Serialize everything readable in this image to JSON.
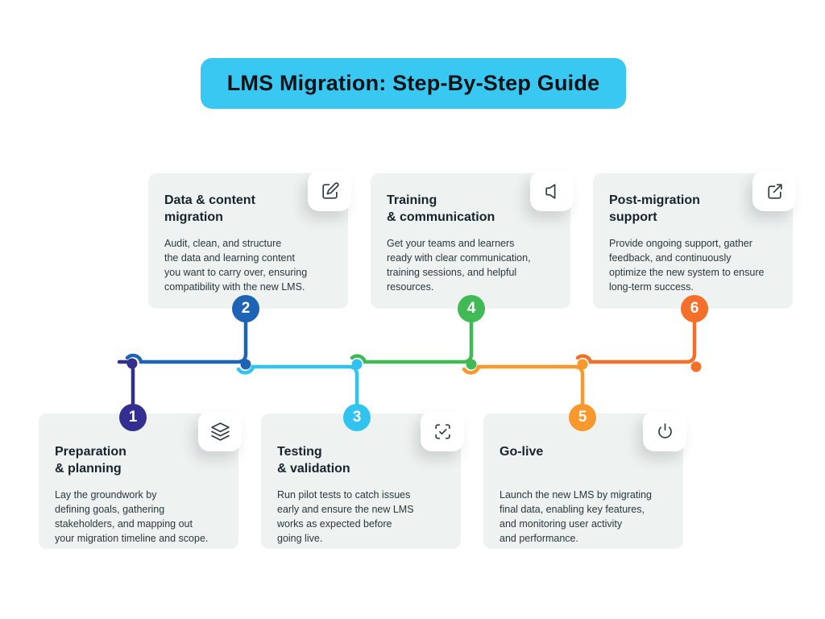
{
  "title": "LMS Migration: Step-By-Step Guide",
  "colors": {
    "banner": "#38c8f1",
    "card_background": "#eef2f0",
    "heading_text": "#17242b",
    "body_text": "#2b373d",
    "step1": "#322f90",
    "step2": "#1d64b4",
    "step3": "#31c3f0",
    "step4": "#41b955",
    "step5": "#f9992d",
    "step6": "#f4702a"
  },
  "steps": [
    {
      "number": "1",
      "title": "Preparation\n& planning",
      "description": "Lay the groundwork by\ndefining goals, gathering\nstakeholders, and mapping out\nyour migration timeline and scope.",
      "icon": "layers-icon",
      "color": "#322f90",
      "position": "bottom"
    },
    {
      "number": "2",
      "title": "Data & content\nmigration",
      "description": "Audit, clean, and structure\nthe data and learning content\nyou want to carry over, ensuring\ncompatibility with the new LMS.",
      "icon": "edit-icon",
      "color": "#1d64b4",
      "position": "top"
    },
    {
      "number": "3",
      "title": "Testing\n& validation",
      "description": "Run pilot tests to catch issues\nearly and ensure the new  LMS\nworks as expected before\ngoing live.",
      "icon": "scan-check-icon",
      "color": "#31c3f0",
      "position": "bottom"
    },
    {
      "number": "4",
      "title": "Training\n& communication",
      "description": "Get your teams and learners\nready with clear communication,\ntraining sessions, and helpful\nresources.",
      "icon": "speaker-icon",
      "color": "#41b955",
      "position": "top"
    },
    {
      "number": "5",
      "title": "Go-live",
      "description": "Launch the new LMS by migrating\nfinal data, enabling key features,\nand monitoring user activity\nand performance.",
      "icon": "power-icon",
      "color": "#f9992d",
      "position": "bottom"
    },
    {
      "number": "6",
      "title": "Post-migration\nsupport",
      "description": "Provide ongoing support, gather\nfeedback, and continuously\noptimize the new system to ensure\nlong-term success.",
      "icon": "external-link-icon",
      "color": "#f4702a",
      "position": "top"
    }
  ]
}
